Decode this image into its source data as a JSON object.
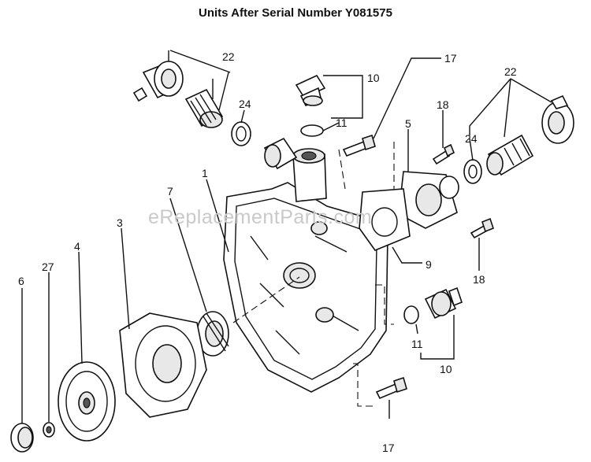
{
  "title": "Units After Serial Number Y081575",
  "watermark": "eReplacementParts.com",
  "callouts": [
    {
      "id": "c22a",
      "label": "22"
    },
    {
      "id": "c10a",
      "label": "10"
    },
    {
      "id": "c17a",
      "label": "17"
    },
    {
      "id": "c22b",
      "label": "22"
    },
    {
      "id": "c24a",
      "label": "24"
    },
    {
      "id": "c11a",
      "label": "11"
    },
    {
      "id": "c18a",
      "label": "18"
    },
    {
      "id": "c5",
      "label": "5"
    },
    {
      "id": "c24b",
      "label": "24"
    },
    {
      "id": "c1",
      "label": "1"
    },
    {
      "id": "c7",
      "label": "7"
    },
    {
      "id": "c3",
      "label": "3"
    },
    {
      "id": "c4",
      "label": "4"
    },
    {
      "id": "c27",
      "label": "27"
    },
    {
      "id": "c6",
      "label": "6"
    },
    {
      "id": "c9",
      "label": "9"
    },
    {
      "id": "c18b",
      "label": "18"
    },
    {
      "id": "c11b",
      "label": "11"
    },
    {
      "id": "c10b",
      "label": "10"
    },
    {
      "id": "c17b",
      "label": "17"
    }
  ]
}
